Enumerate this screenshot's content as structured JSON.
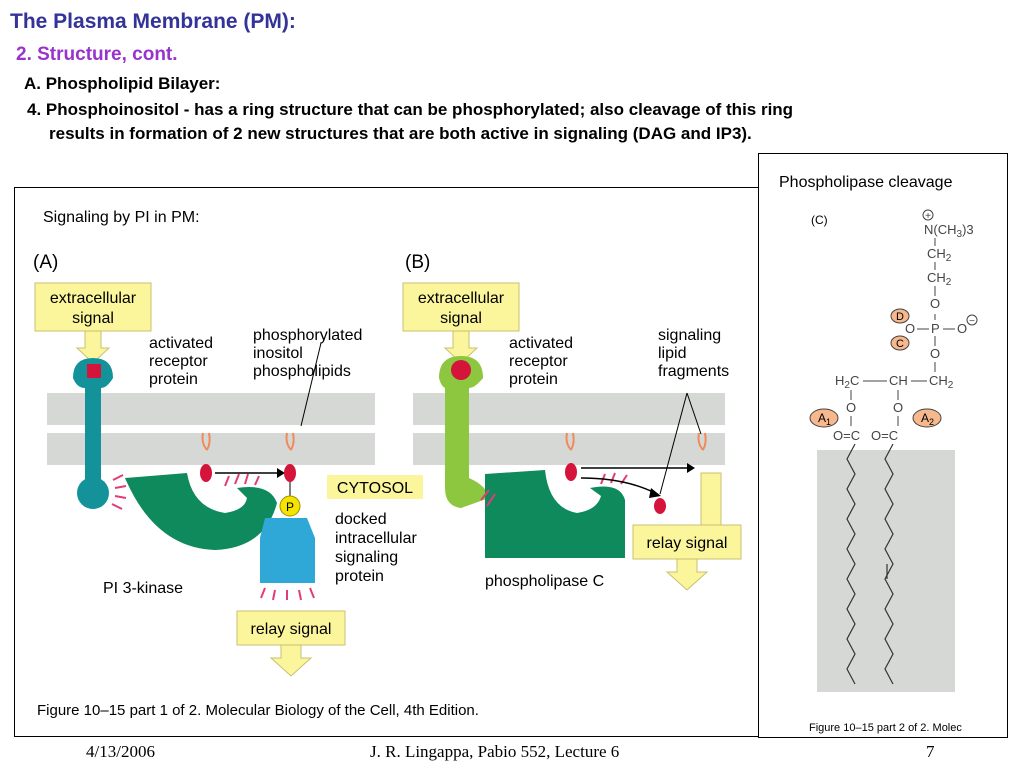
{
  "slide": {
    "title": "The Plasma Membrane (PM):",
    "subtitle": "2. Structure, cont.",
    "section": "A.  Phospholipid Bilayer:",
    "point4_line1": "4.  Phosphoinositol - has a ring structure that can be phosphorylated; also cleavage of this ring",
    "point4_line2": "results in formation of 2 new structures that are both active in signaling (DAG and IP3)."
  },
  "figure_left": {
    "caption_top": "Signaling by PI in PM:",
    "panel_a": "(A)",
    "panel_b": "(B)",
    "extracellular_signal_1": "extracellular",
    "extracellular_signal_2": "signal",
    "activated_receptor_1": "activated",
    "activated_receptor_2": "receptor",
    "activated_receptor_3": "protein",
    "phosphorylated_1": "phosphorylated",
    "phosphorylated_2": "inositol",
    "phosphorylated_3": "phospholipids",
    "cytosol": "CYTOSOL",
    "docked_1": "docked",
    "docked_2": "intracellular",
    "docked_3": "signaling",
    "docked_4": "protein",
    "p_label": "P",
    "pi3kinase": "PI 3-kinase",
    "relay_signal": "relay signal",
    "signaling_lipid_1": "signaling",
    "signaling_lipid_2": "lipid",
    "signaling_lipid_3": "fragments",
    "phospholipase_c": "phospholipase C",
    "caption_bottom": "Figure 10–15 part 1 of 2. Molecular Biology of the Cell, 4th Edition."
  },
  "figure_right": {
    "title": "Phospholipase cleavage",
    "panel_c": "(C)",
    "plus": "+",
    "minus": "−",
    "n_ch3": "N(CH",
    "n_ch3_sub": "3",
    "n_ch3_end": ")3",
    "ch2": "CH",
    "ch2_sub": "2",
    "o": "O",
    "p": "P",
    "d": "D",
    "c": "C",
    "h2c": "H",
    "h2c_sub": "2",
    "h2c_end": "C",
    "ch": "CH",
    "a1": "A",
    "a1_sub": "1",
    "a2": "A",
    "a2_sub": "2",
    "oc": "O=C",
    "caption": "Figure 10–15 part 2 of 2. Molec"
  },
  "footer": {
    "date": "4/13/2006",
    "center": "J. R. Lingappa, Pabio 552, Lecture 6",
    "page": "7"
  },
  "colors": {
    "title": "#333399",
    "subtitle": "#9933cc",
    "teal": "#13929a",
    "green": "#0f8a5c",
    "lime": "#8dc63f",
    "membrane": "#d6d8d6",
    "yellow_box": "#fbf59b",
    "blue": "#2fa8d8",
    "red": "#d4143a",
    "pink_tick": "#e33b7a",
    "orange_circle": "#f7b88e"
  }
}
